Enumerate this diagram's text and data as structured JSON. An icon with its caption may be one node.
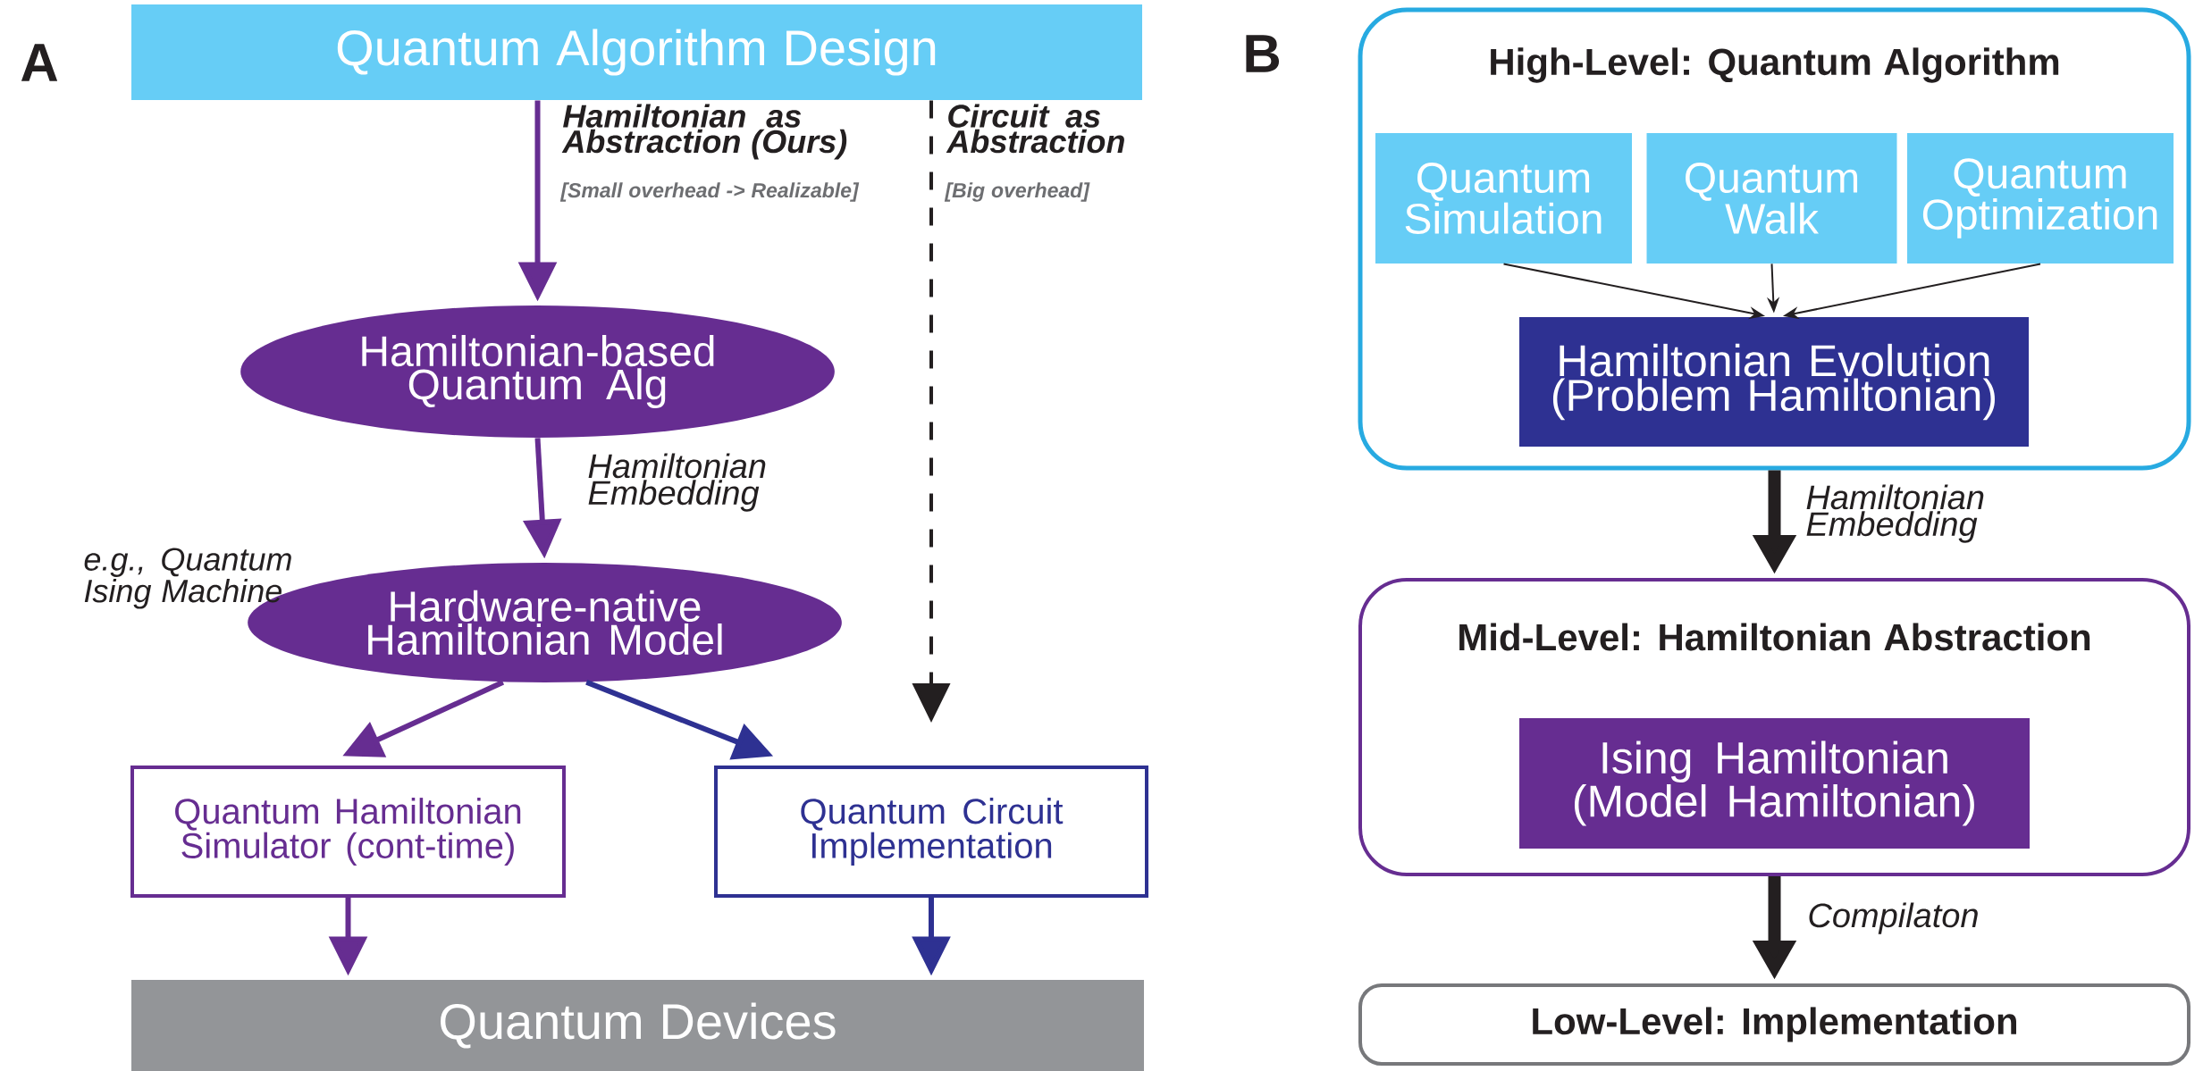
{
  "diagram": {
    "nodes": [
      {
        "text": [
          "Quantum Algorithm Design"
        ]
      },
      {
        "text": [
          "Hamiltonian-based Quantum Alg"
        ]
      },
      {
        "text": [
          "Hardware-native Hamiltonian Model"
        ],
        "beside": [
          "e.g., Quantum Ising Machine"
        ]
      },
      {
        "text": [
          "Quantum Hamiltonian Simulator (cont-time)"
        ]
      },
      {
        "text": [
          "Quantum Circuit Implementation"
        ]
      },
      {
        "text": [
          "Quantum Devices"
        ]
      },
      {
        "text": [
          "High-Level: Quantum Algorithm"
        ]
      },
      {
        "text": [
          "Quantum Simulation"
        ],
        "in": 6
      },
      {
        "text": [
          "Quantum Walk"
        ],
        "in": 6
      },
      {
        "text": [
          "Quantum Optimization"
        ],
        "in": 6
      },
      {
        "text": [
          "Hamiltonian Evolution (Problem Hamiltonian)"
        ],
        "in": 6
      },
      {
        "text": [
          "Mid-Level: Hamiltonian Abstraction"
        ]
      },
      {
        "text": [
          "Ising Hamiltonian (Model Hamiltonian)"
        ],
        "in": 11
      },
      {
        "text": [
          "Low-Level: Implementation"
        ]
      }
    ],
    "edges": [
      {
        "from": 0,
        "to": 1,
        "arrow": "to",
        "label": "Hamiltonian as Abstraction (Ours)",
        "color": "#662d91"
      },
      {
        "from": 0,
        "to": 4,
        "arrow": "to",
        "label": "Circuit as Abstraction",
        "style": "dashed"
      },
      {
        "from": 1,
        "to": 2,
        "arrow": "to",
        "label": "Hamiltonian Embedding",
        "color": "#662d91"
      },
      {
        "from": 2,
        "to": 3,
        "arrow": "to",
        "color": "#662d91"
      },
      {
        "from": 2,
        "to": 4,
        "arrow": "to",
        "color": "#2e3192"
      },
      {
        "from": 3,
        "to": 5,
        "arrow": "to",
        "color": "#662d91"
      },
      {
        "from": 4,
        "to": 5,
        "arrow": "to",
        "color": "#2e3192"
      },
      {
        "from": 7,
        "to": 10,
        "arrow": "to"
      },
      {
        "from": 8,
        "to": 10,
        "arrow": "to"
      },
      {
        "from": 9,
        "to": 10,
        "arrow": "to"
      },
      {
        "from": 6,
        "to": 11,
        "arrow": "to",
        "label": "Hamiltonian Embedding",
        "style": "thick"
      },
      {
        "from": 11,
        "to": 13,
        "arrow": "to",
        "label": "Compilaton",
        "style": "thick"
      }
    ],
    "labels": [
      "A",
      "[Small overhead -> Realizable]",
      "[Big overhead]",
      "B"
    ]
  }
}
